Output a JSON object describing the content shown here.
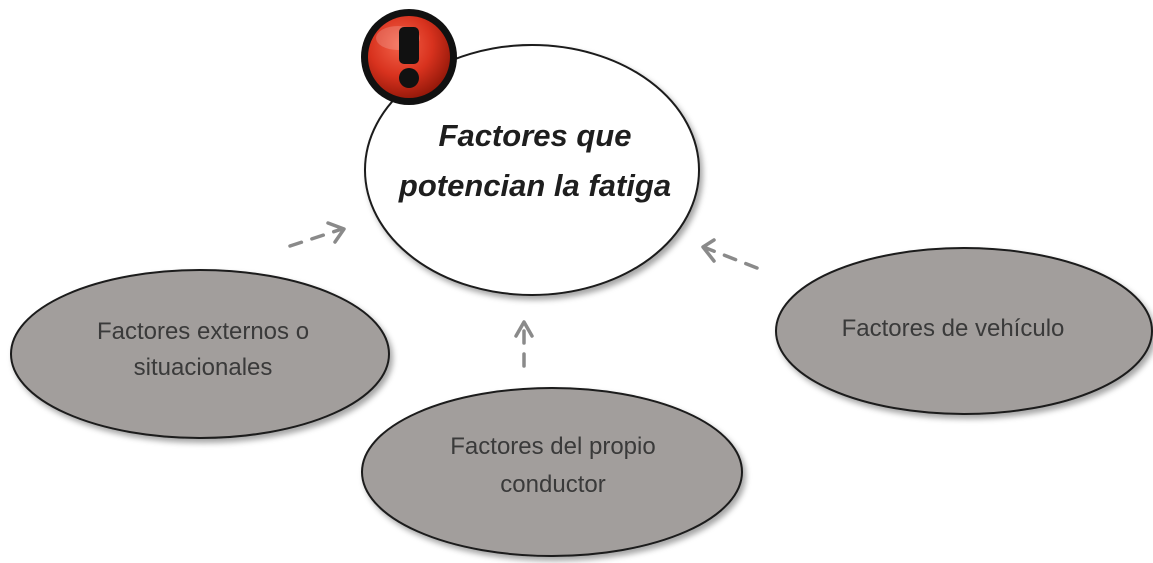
{
  "center": {
    "line1": "Factores que",
    "line2": "potencian la fatiga"
  },
  "nodes": {
    "external": {
      "line1": "Factores externos o",
      "line2": "situacionales"
    },
    "driver": {
      "line1": "Factores del propio",
      "line2": "conductor"
    },
    "vehicle": {
      "line1": "Factores de vehículo"
    }
  },
  "colors": {
    "node_fill": "#a29e9c",
    "node_stroke": "#1a1a1a",
    "center_fill": "#ffffff",
    "arrow": "#8a8a8a",
    "warning_red": "#d8321e"
  },
  "icons": {
    "warning": "exclamation-warning-icon"
  }
}
